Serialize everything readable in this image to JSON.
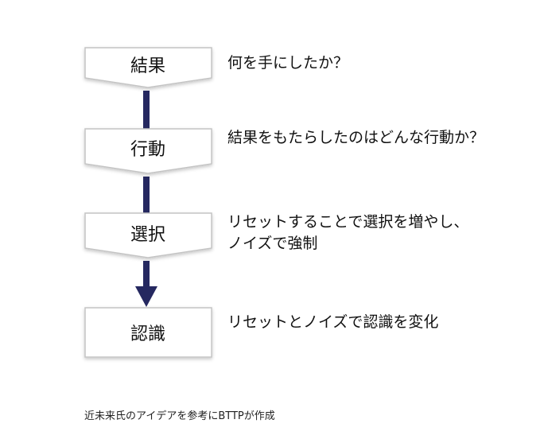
{
  "steps": [
    {
      "label": "結果",
      "description": [
        "何を手にしたか？"
      ]
    },
    {
      "label": "行動",
      "description": [
        "結果をもたらしたのはどんな行動か？"
      ]
    },
    {
      "label": "選択",
      "description": [
        "リセットすることで選択を増やし、",
        "ノイズで強制"
      ]
    },
    {
      "label": "認識",
      "description": [
        "リセットとノイズで認識を変化"
      ]
    }
  ],
  "credit": "近未来氏のアイデアを参考にBTTPが作成",
  "colors": {
    "connector": "#252860",
    "box_border": "#c4c4c4",
    "box_fill": "#ffffff",
    "text": "#111111"
  }
}
